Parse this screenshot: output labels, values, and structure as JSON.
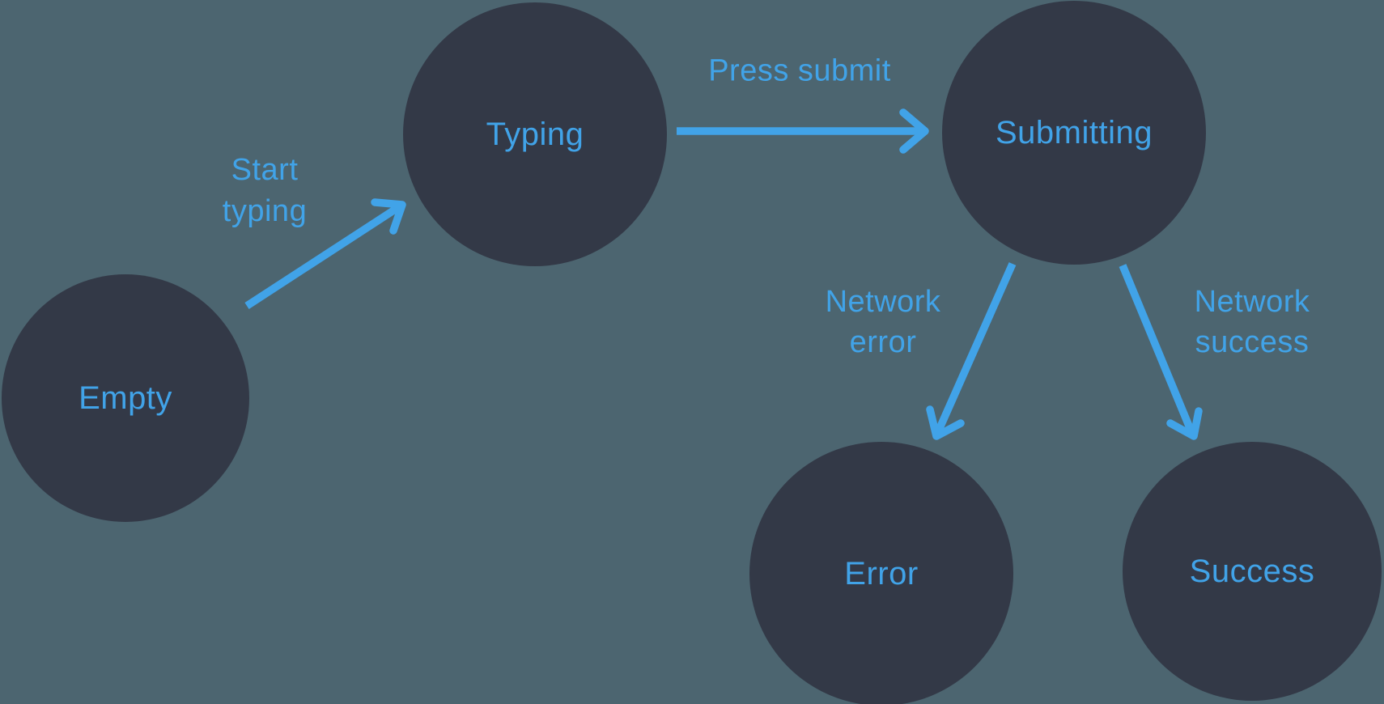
{
  "diagram": {
    "type": "state-machine",
    "colors": {
      "background": "#4C6570",
      "node_fill": "#333947",
      "accent_blue": "#41A3E8"
    },
    "states": [
      {
        "id": "empty",
        "label": "Empty"
      },
      {
        "id": "typing",
        "label": "Typing"
      },
      {
        "id": "submitting",
        "label": "Submitting"
      },
      {
        "id": "error",
        "label": "Error"
      },
      {
        "id": "success",
        "label": "Success"
      }
    ],
    "transitions": [
      {
        "from": "empty",
        "to": "typing",
        "label": "Start typing",
        "label_lines": [
          "Start",
          "typing"
        ]
      },
      {
        "from": "typing",
        "to": "submitting",
        "label": "Press submit",
        "label_lines": [
          "Press submit"
        ]
      },
      {
        "from": "submitting",
        "to": "error",
        "label": "Network error",
        "label_lines": [
          "Network",
          "error"
        ]
      },
      {
        "from": "submitting",
        "to": "success",
        "label": "Network success",
        "label_lines": [
          "Network",
          "success"
        ]
      }
    ]
  }
}
